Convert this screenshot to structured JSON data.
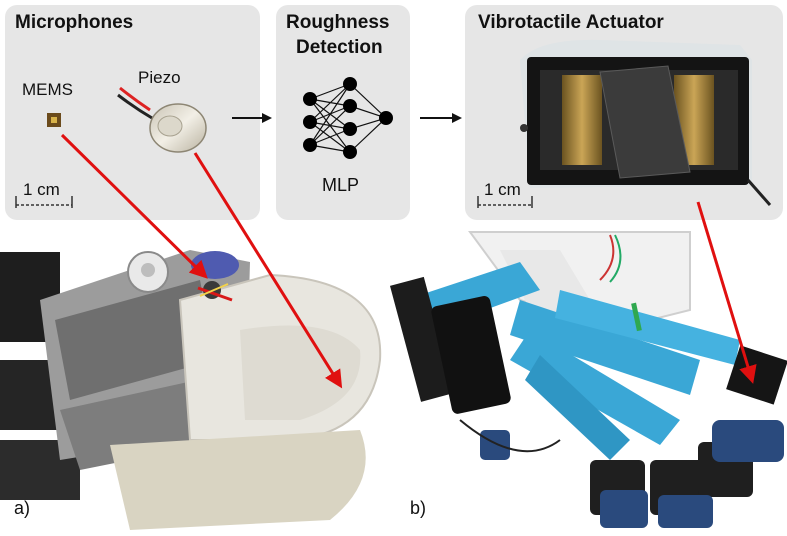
{
  "panels": {
    "microphones": {
      "title": "Microphones",
      "mems_label": "MEMS",
      "piezo_label": "Piezo",
      "scale_label": "1 cm"
    },
    "roughness": {
      "title_line1": "Roughness",
      "title_line2": "Detection",
      "model_label": "MLP"
    },
    "actuator": {
      "title": "Vibrotactile Actuator",
      "scale_label": "1 cm"
    }
  },
  "photos": {
    "a_label": "a)",
    "b_label": "b)"
  },
  "colors": {
    "panel_bg": "#e6e6e6",
    "arrow_red": "#e01010",
    "flow_arrow": "#111111",
    "glove_blue": "#3aa7d6"
  }
}
